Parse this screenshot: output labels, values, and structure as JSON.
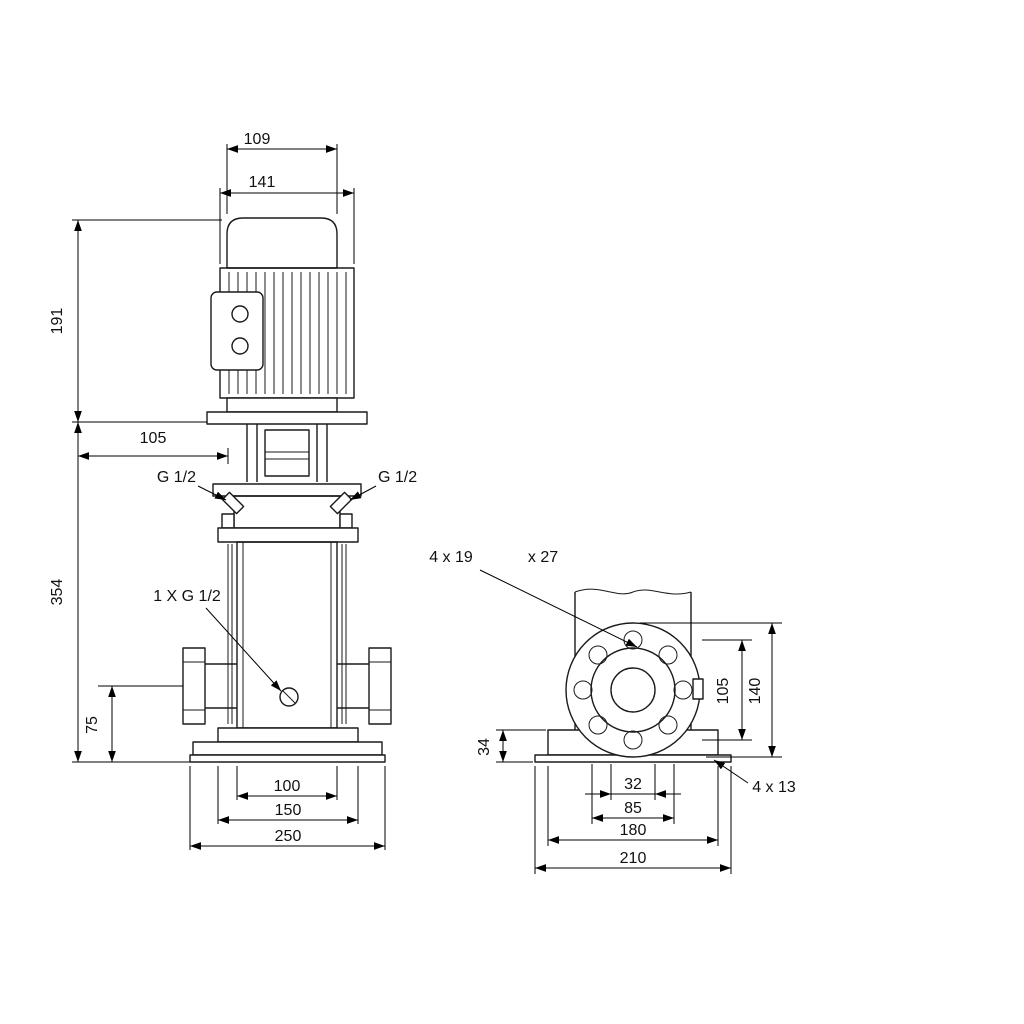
{
  "front_view": {
    "labels": {
      "motor_top_width": "109",
      "motor_width": "141",
      "motor_height": "191",
      "head_offset": "105",
      "pump_height": "354",
      "port_center_height": "75",
      "chamber_width": "100",
      "flange_span": "150",
      "base_width": "250",
      "gauge_port_left": "G 1/2",
      "gauge_port_right": "G 1/2",
      "drain_port": "1 X G 1/2"
    }
  },
  "side_view": {
    "labels": {
      "flange_hole_callout": "4 x 19",
      "flange_hole_depth": "x 27",
      "base_height": "34",
      "bolt_circle": "105",
      "flange_od": "140",
      "bore": "32",
      "raised_face": "85",
      "foot_hole_span": "180",
      "base_width": "210",
      "base_hole_callout": "4 x 13"
    }
  }
}
